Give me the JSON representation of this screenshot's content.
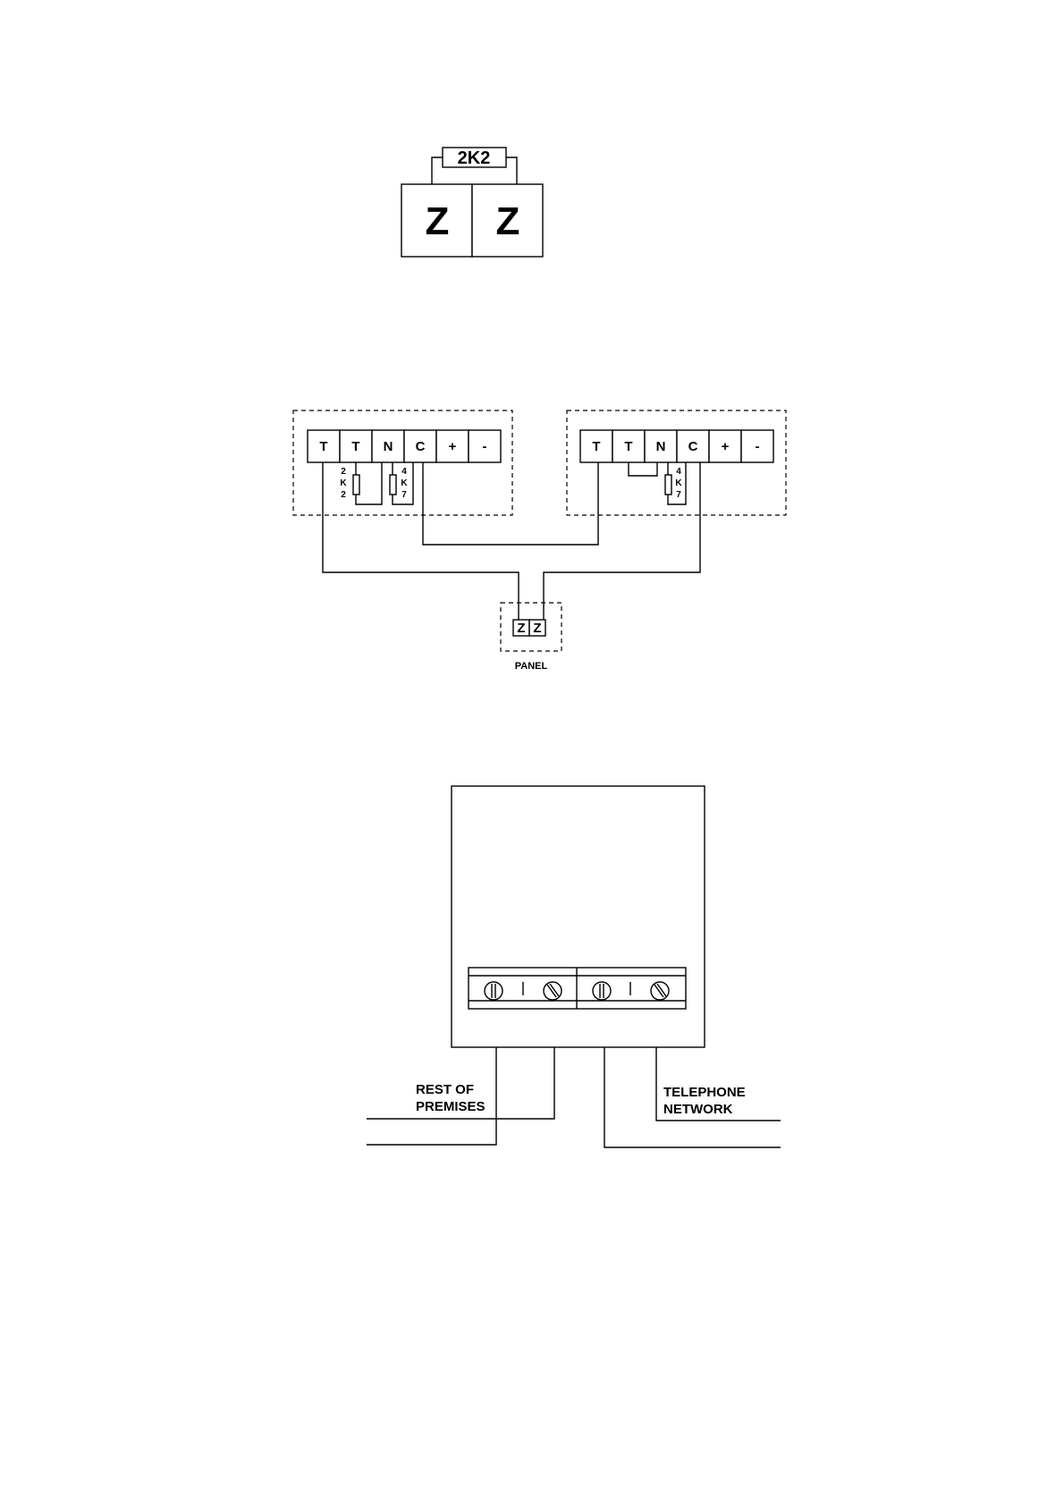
{
  "zz_diagram": {
    "resistor_label": "2K2",
    "left_terminal": "Z",
    "right_terminal": "Z"
  },
  "detector_wiring": {
    "detector_1": {
      "terminals": [
        "T",
        "T",
        "N",
        "C",
        "+",
        "-"
      ],
      "resistor_2k2": [
        "2",
        "K",
        "2"
      ],
      "resistor_4k7": [
        "4",
        "K",
        "7"
      ]
    },
    "detector_2": {
      "terminals": [
        "T",
        "T",
        "N",
        "C",
        "+",
        "-"
      ],
      "resistor_4k7": [
        "4",
        "K",
        "7"
      ]
    },
    "panel": {
      "terminals": [
        "Z",
        "Z"
      ],
      "label": "PANEL"
    }
  },
  "telephone_box": {
    "rest_of_premises": [
      "REST OF",
      "PREMISES"
    ],
    "telephone_network": [
      "TELEPHONE",
      "NETWORK"
    ]
  }
}
